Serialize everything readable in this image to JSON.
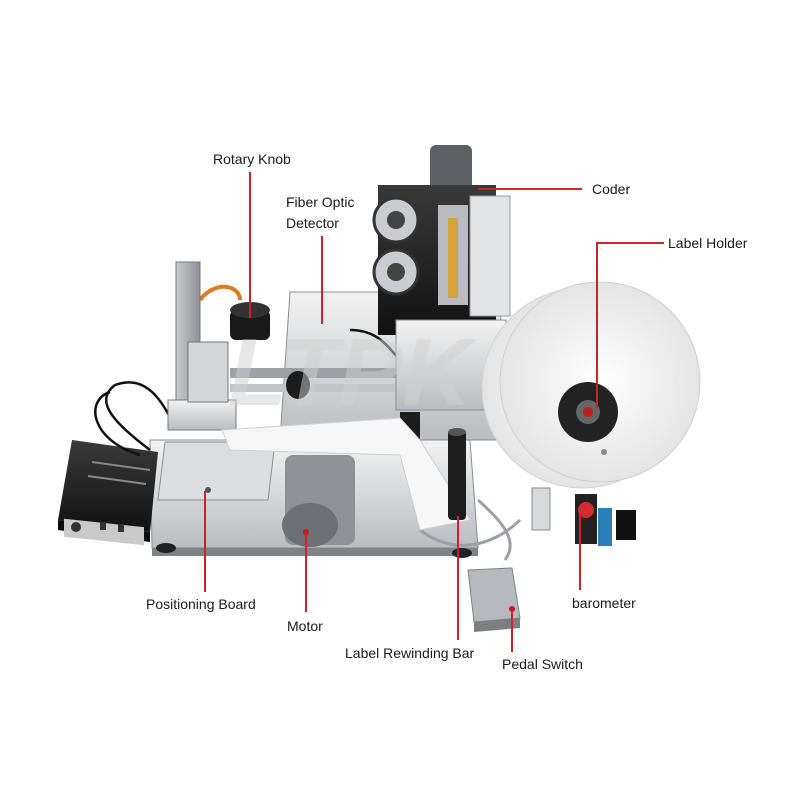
{
  "diagram": {
    "watermark": "LTPK",
    "callout_color": "#d0202a",
    "labels": {
      "rotary_knob": "Rotary Knob",
      "fiber_optic_line1": "Fiber Optic",
      "fiber_optic_line2": "Detector",
      "coder": "Coder",
      "label_holder": "Label Holder",
      "positioning_board": "Positioning Board",
      "motor": "Motor",
      "label_rewinding_bar": "Label Rewinding Bar",
      "pedal_switch": "Pedal Switch",
      "barometer": "barometer"
    }
  }
}
